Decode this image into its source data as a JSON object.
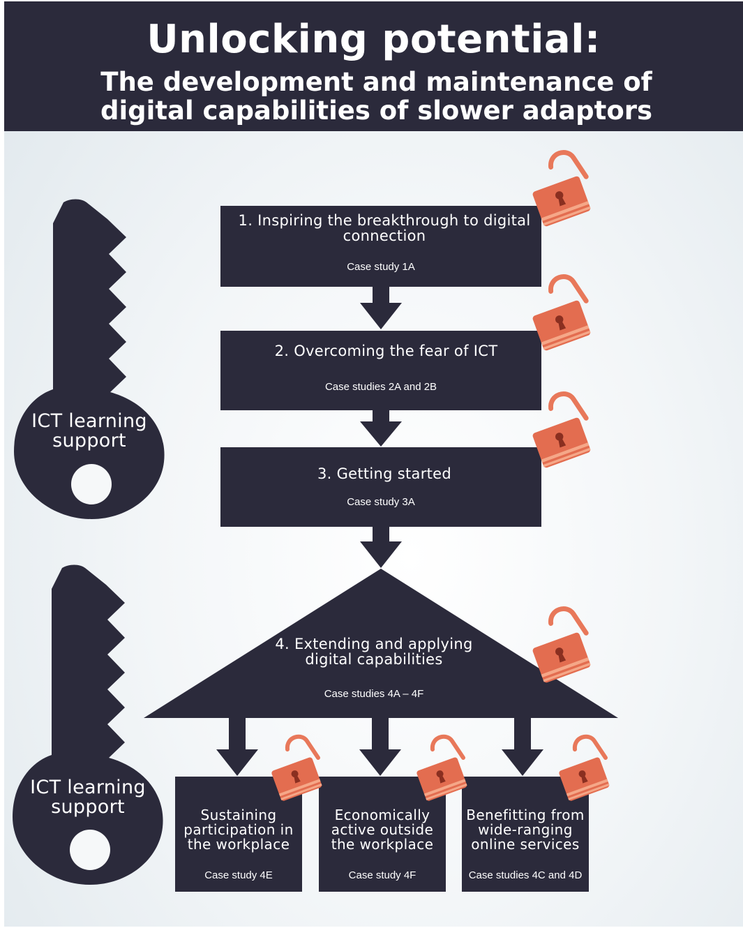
{
  "header": {
    "title": "Unlocking potential:",
    "subtitle_line1": "The development and maintenance of",
    "subtitle_line2": "digital capabilities of slower adaptors"
  },
  "keys": [
    {
      "line1": "ICT learning",
      "line2": "support"
    },
    {
      "line1": "ICT learning",
      "line2": "support"
    }
  ],
  "steps": [
    {
      "line1": "1. Inspiring the breakthrough to digital",
      "line2": "connection",
      "case": "Case study 1A"
    },
    {
      "line1": "2. Overcoming the fear of ICT",
      "line2": "",
      "case": "Case studies 2A and 2B"
    },
    {
      "line1": "3. Getting started",
      "line2": "",
      "case": "Case study 3A"
    },
    {
      "line1": "4. Extending  and applying",
      "line2": "digital capabilities",
      "case": "Case studies 4A – 4F"
    }
  ],
  "outcomes": [
    {
      "lines": [
        "Sustaining",
        "participation in",
        "the workplace"
      ],
      "case": "Case study 4E"
    },
    {
      "lines": [
        "Economically",
        "active outside",
        "the workplace"
      ],
      "case": "Case study 4F"
    },
    {
      "lines": [
        "Benefitting from",
        "wide-ranging",
        "online services"
      ],
      "case": "Case studies 4C and 4D"
    }
  ],
  "colors": {
    "dark": "#2b2a3b",
    "lock_body": "#e36d50",
    "lock_shackle": "#e8785a",
    "lock_stripe": "#f5a788",
    "keyhole": "#8a2f20"
  },
  "icons": [
    "key-icon",
    "open-padlock-icon",
    "down-arrow-icon"
  ]
}
